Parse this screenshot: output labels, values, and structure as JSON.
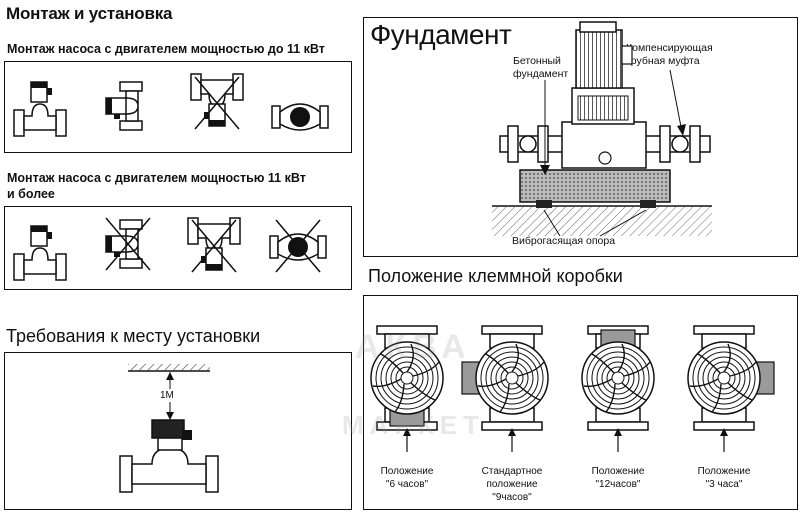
{
  "title": "Монтаж и установка",
  "mount_small": {
    "heading": "Монтаж насоса с двигателем мощностью до 11 кВт",
    "icons": [
      "vertical-pump-allowed-icon",
      "horizontal-pump-allowed-icon",
      "inverted-pump-forbidden-icon",
      "top-view-pump-allowed-icon"
    ]
  },
  "mount_large": {
    "heading_line1": "Монтаж насоса с двигателем мощностью 11 кВт",
    "heading_line2": "и более",
    "icons": [
      "vertical-pump-allowed-icon",
      "horizontal-pump-forbidden-icon",
      "inverted-pump-forbidden-icon",
      "top-view-pump-forbidden-icon"
    ]
  },
  "foundation": {
    "title": "Фундамент",
    "label_concrete": "Бетонный\nфундамент",
    "label_coupling": "Компенсирующая\nтрубная муфта",
    "label_support": "Виброгасящая опора"
  },
  "site": {
    "title": "Требования к месту установки",
    "clearance": "1М"
  },
  "terminal": {
    "title": "Положение клеммной коробки",
    "positions": [
      {
        "caption": "Положение\n\"6 часов\""
      },
      {
        "caption": "Стандартное\nположение\n\"9часов\""
      },
      {
        "caption": "Положение\n\"12часов\""
      },
      {
        "caption": "Положение\n\"3 часа\""
      }
    ]
  },
  "watermark": {
    "line1": "АКВА",
    "line2": "МАРКЕТ"
  },
  "colors": {
    "ink": "#111111",
    "hatch": "#555555",
    "grey_fill": "#9a9a9a",
    "watermark": "#c8c8c8"
  }
}
